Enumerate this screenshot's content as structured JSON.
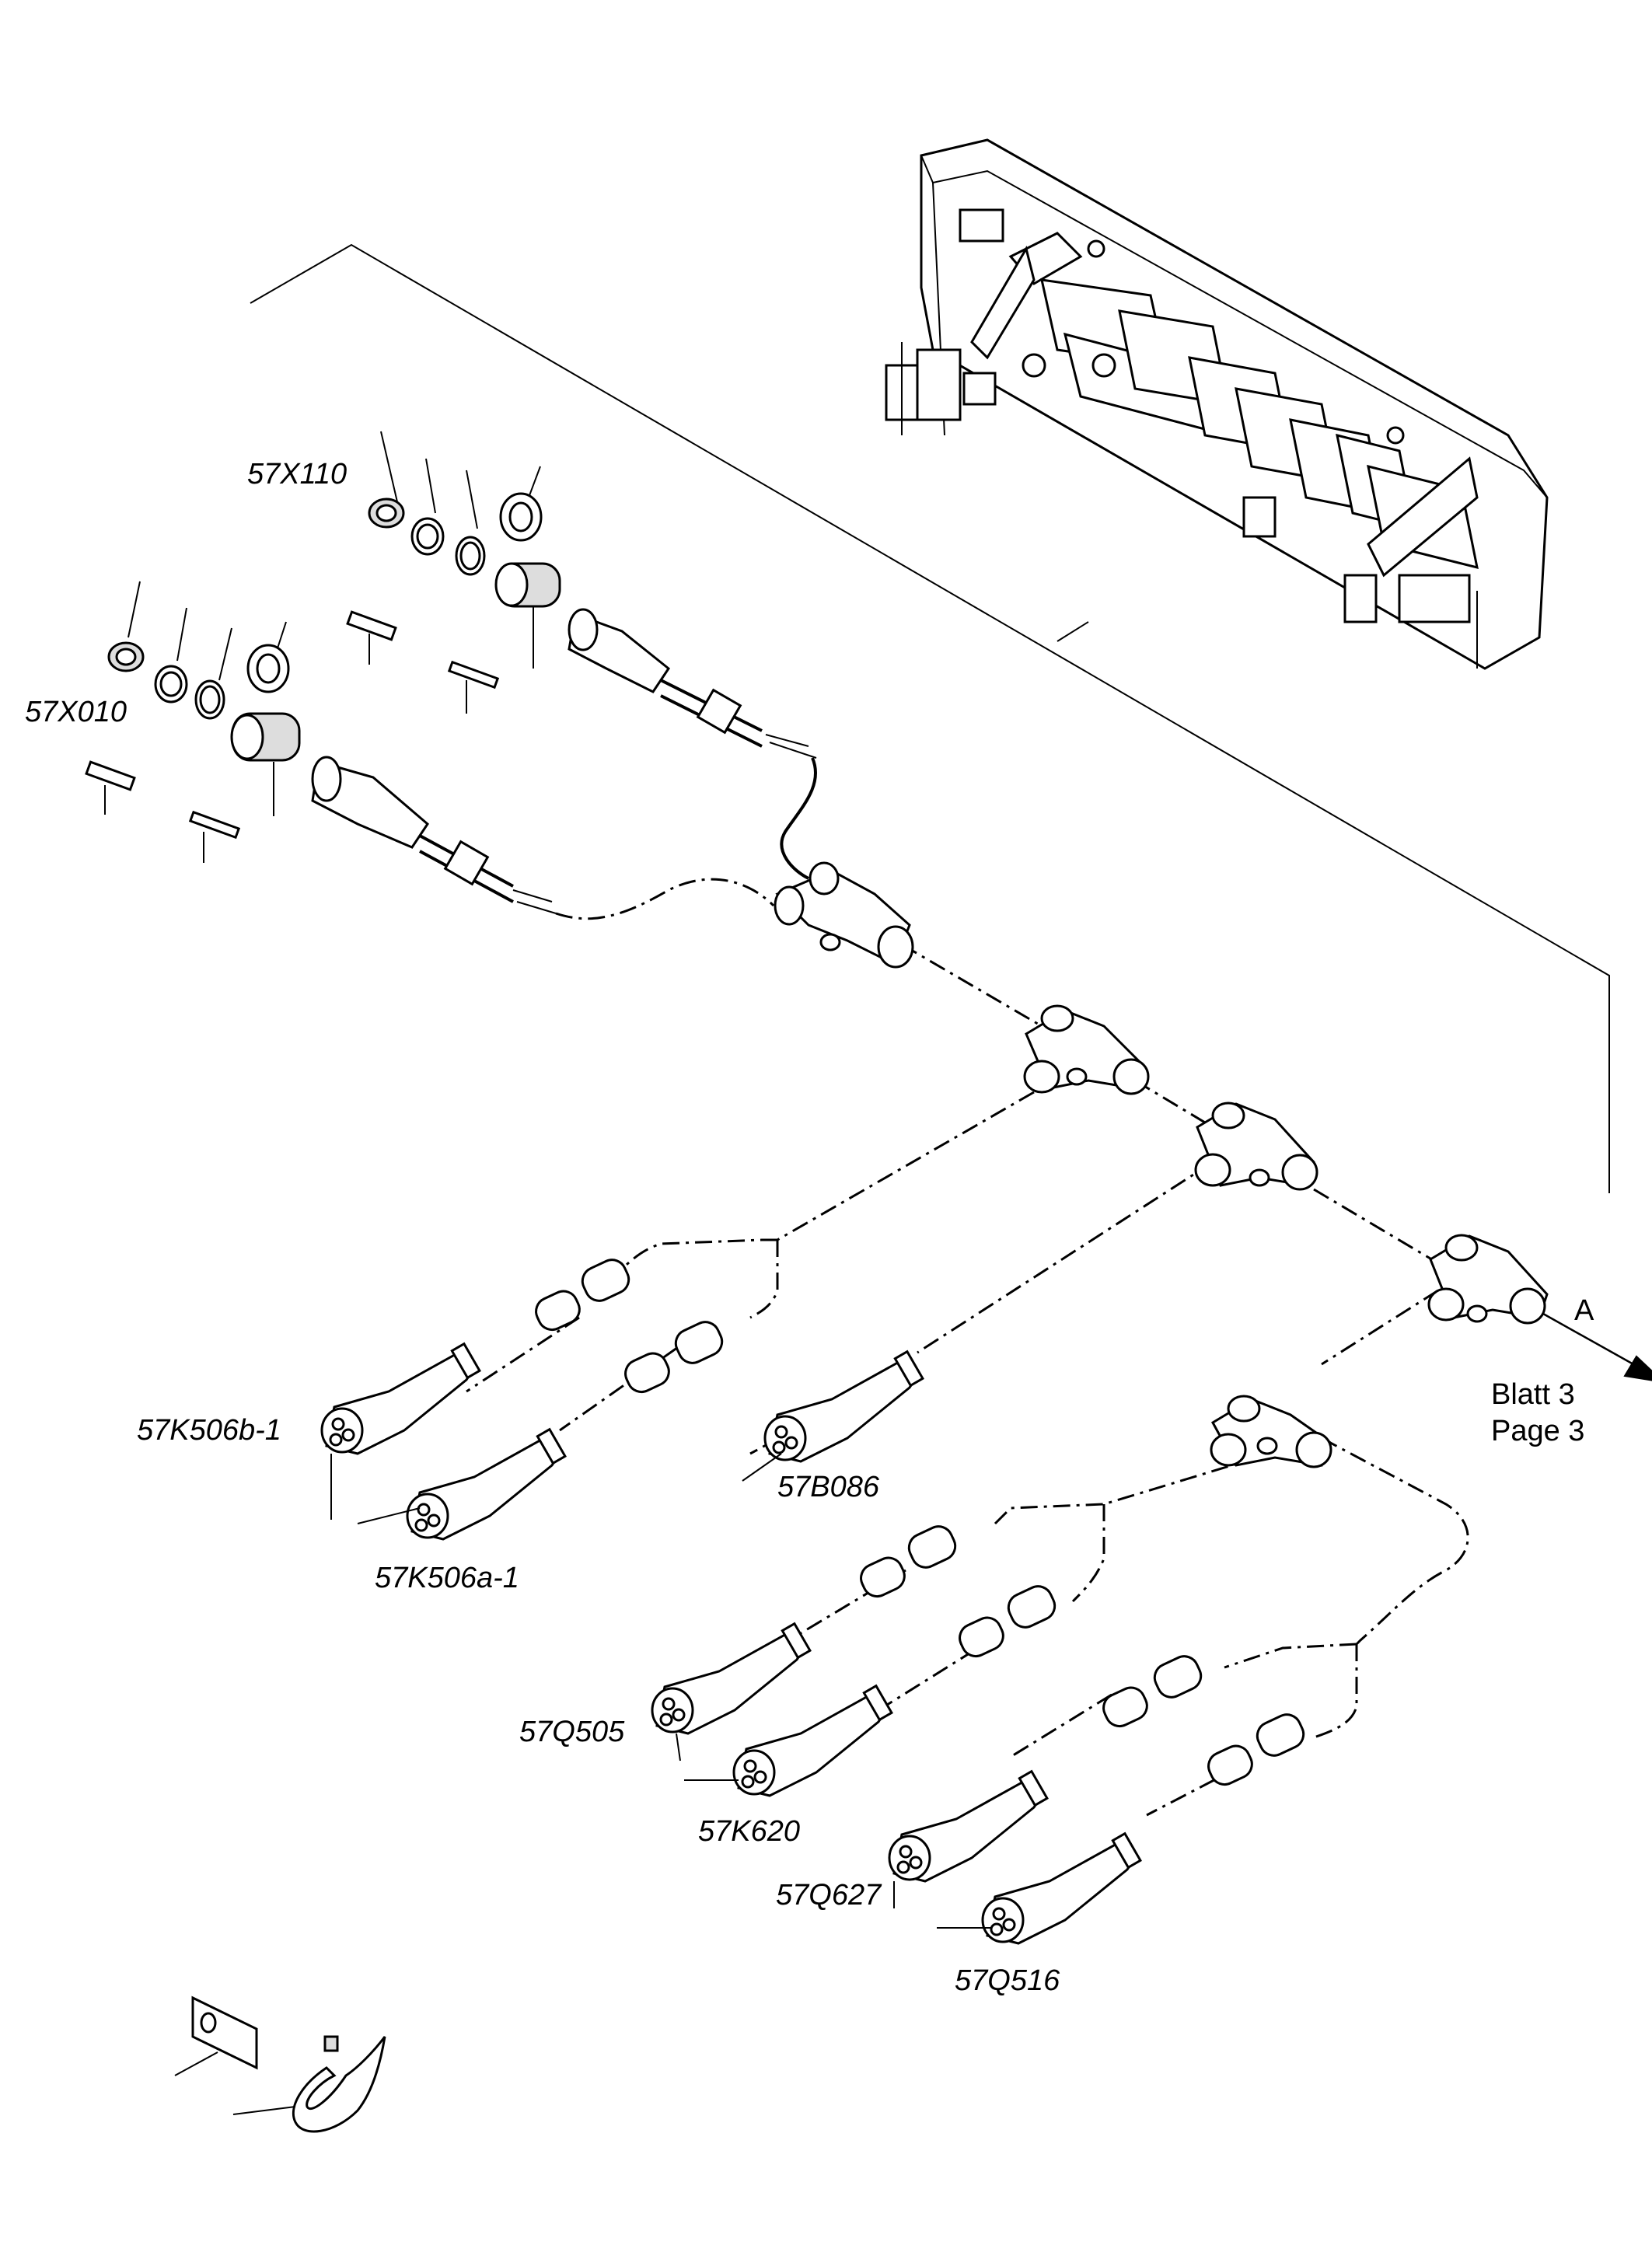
{
  "drawing": {
    "labels": {
      "x110": "57X110",
      "x010": "57X010",
      "k506b": "57K506b-1",
      "k506a": "57K506a-1",
      "b086": "57B086",
      "q505": "57Q505",
      "k620": "57K620",
      "q627": "57Q627",
      "q516": "57Q516"
    },
    "arrow": {
      "letter": "A",
      "sheet_de": "Blatt 3",
      "sheet_en": "Page 3"
    }
  }
}
